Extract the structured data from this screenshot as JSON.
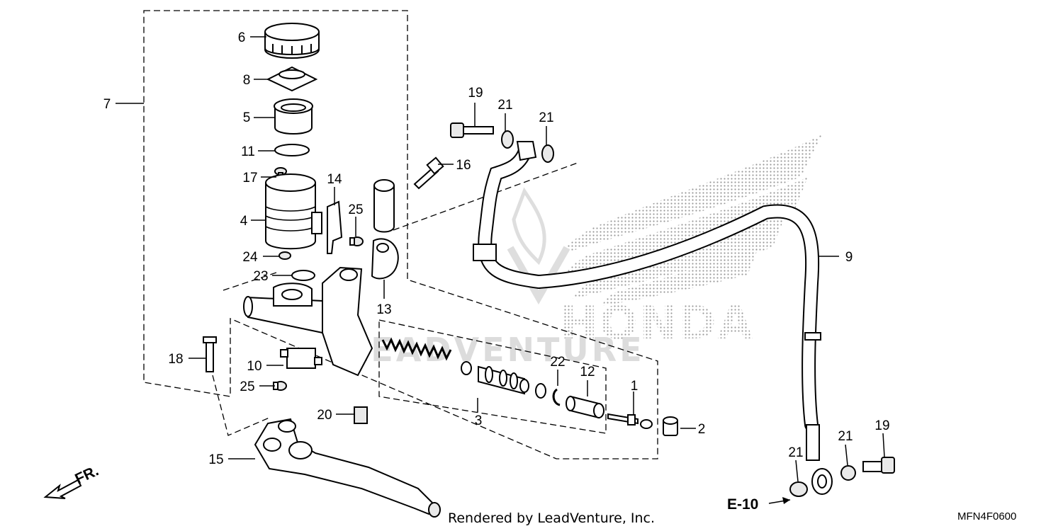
{
  "diagram": {
    "callouts": {
      "c1": "1",
      "c2": "2",
      "c3": "3",
      "c4": "4",
      "c5": "5",
      "c6": "6",
      "c7": "7",
      "c8": "8",
      "c9": "9",
      "c10": "10",
      "c11": "11",
      "c12": "12",
      "c13": "13",
      "c14": "14",
      "c15": "15",
      "c16": "16",
      "c17": "17",
      "c18": "18",
      "c19a": "19",
      "c19b": "19",
      "c20": "20",
      "c21a": "21",
      "c21b": "21",
      "c21c": "21",
      "c21d": "21",
      "c22": "22",
      "c23": "23",
      "c24": "24",
      "c25a": "25",
      "c25b": "25"
    },
    "reference": "E-10",
    "direction_label": "FR.",
    "diagram_code": "MFN4F0600",
    "credit": "Rendered by LeadVenture, Inc.",
    "watermark_brand": "HONDA",
    "watermark_company": "LEADVENTURE"
  }
}
